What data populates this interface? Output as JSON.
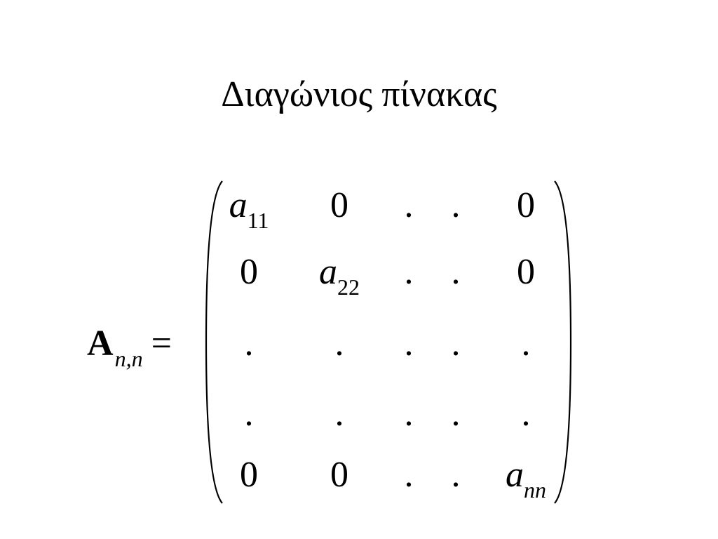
{
  "title": "Διαγώνιος πίνακας",
  "lhs": {
    "symbol": "A",
    "subscript": "n,n",
    "equals": "="
  },
  "matrix": {
    "rows": [
      [
        {
          "var": "a",
          "sub": "11"
        },
        {
          "text": "0"
        },
        {
          "text": "."
        },
        {
          "text": "."
        },
        {
          "text": "0"
        }
      ],
      [
        {
          "text": "0"
        },
        {
          "var": "a",
          "sub": "22"
        },
        {
          "text": "."
        },
        {
          "text": "."
        },
        {
          "text": "0"
        }
      ],
      [
        {
          "text": "."
        },
        {
          "text": "."
        },
        {
          "text": "."
        },
        {
          "text": "."
        },
        {
          "text": "."
        }
      ],
      [
        {
          "text": "."
        },
        {
          "text": "."
        },
        {
          "text": "."
        },
        {
          "text": "."
        },
        {
          "text": "."
        }
      ],
      [
        {
          "text": "0"
        },
        {
          "text": "0"
        },
        {
          "text": "."
        },
        {
          "text": "."
        },
        {
          "var": "a",
          "sub": "nn",
          "sub_italic": true
        }
      ]
    ]
  }
}
